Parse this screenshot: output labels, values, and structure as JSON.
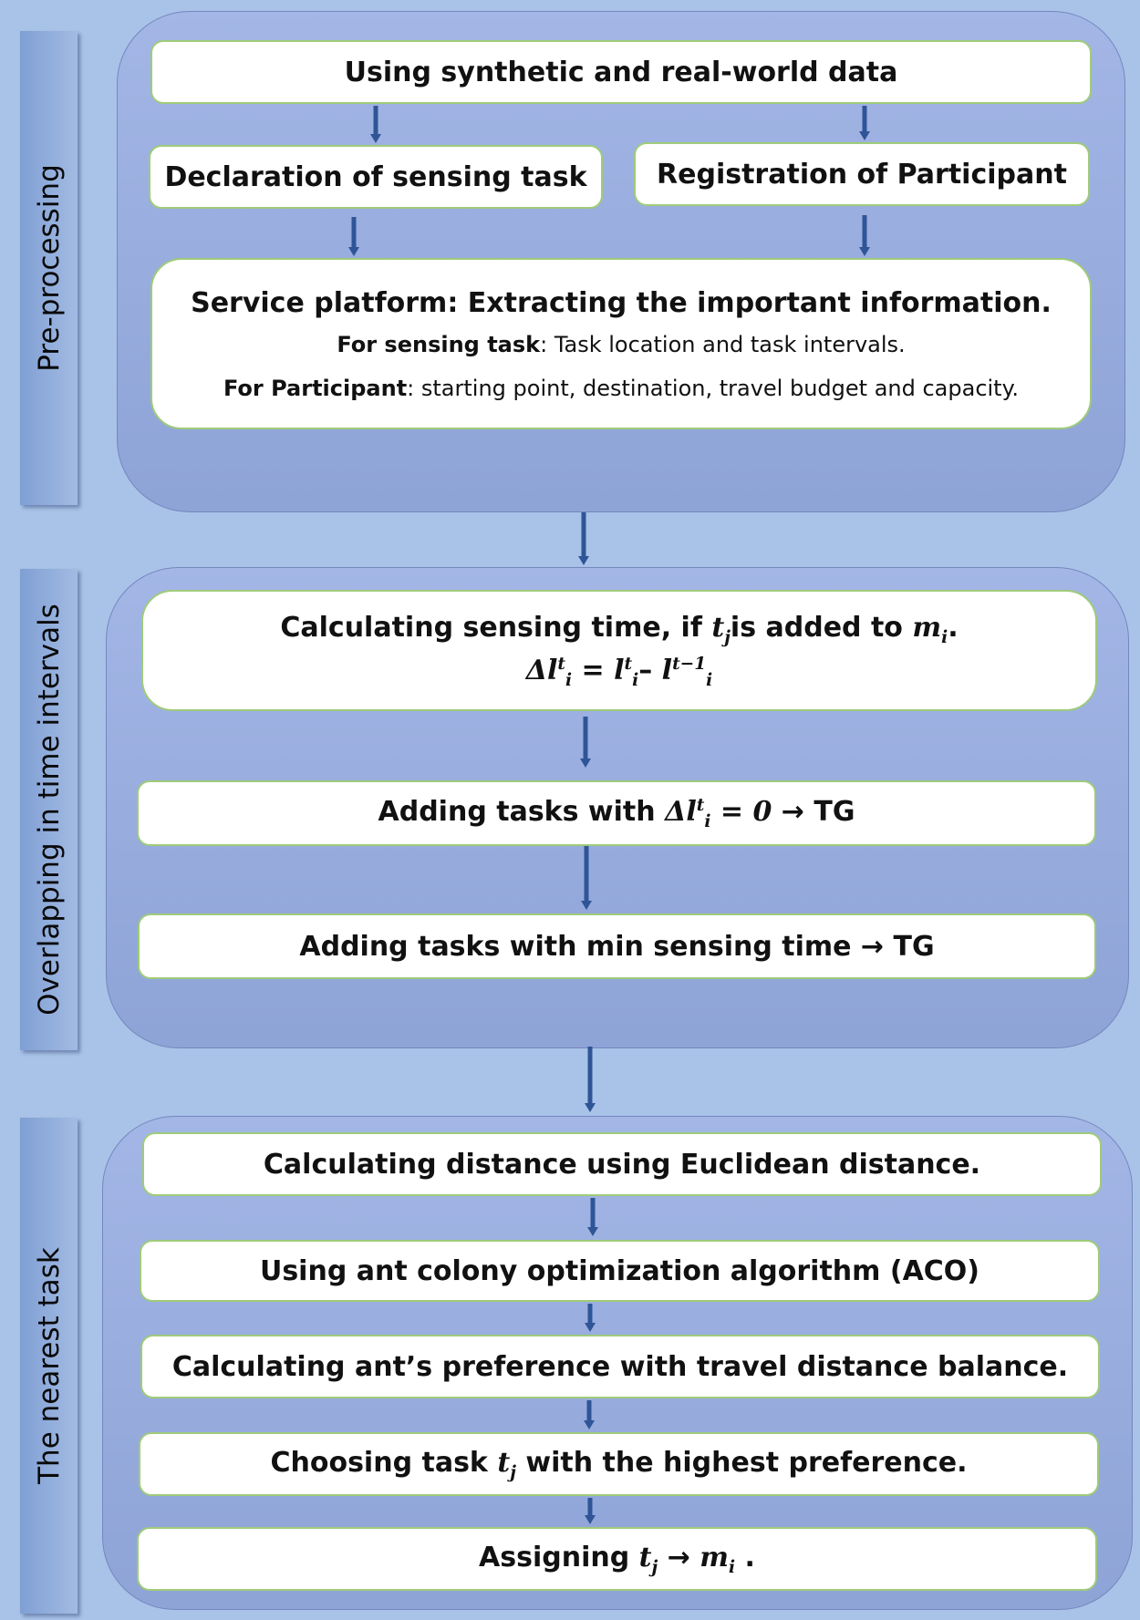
{
  "colors": {
    "background": "#a9c3e8",
    "group_fill": "#98acde",
    "box_border": "#9fcb7a",
    "arrow": "#2f5597"
  },
  "stages": [
    {
      "label": "Pre-processing"
    },
    {
      "label": "Overlapping in time intervals"
    },
    {
      "label": "The nearest task"
    }
  ],
  "nodes": {
    "data": "Using synthetic and real-world data",
    "declaration": "Declaration of sensing task",
    "registration": "Registration of Participant",
    "service": {
      "title": "Service platform: Extracting the important information.",
      "task_label": "For sensing task",
      "task_text": ": Task location and task intervals.",
      "participant_label": "For Participant",
      "participant_text": ": starting point, destination, travel budget and capacity."
    },
    "calc_time": {
      "line1_pre": "Calculating sensing time, if ",
      "line1_mid": "is added to ",
      "line1_end": ".",
      "var_t": "t",
      "sub_j": "j",
      "var_m": "m",
      "sub_i": "i",
      "eq_delta": "Δl",
      "eq_sup": "t",
      "eq_sub": "i",
      "eq_equals": " = ",
      "eq_l": "l",
      "eq_minus": "– ",
      "eq_sup2": "t−1"
    },
    "add_zero": {
      "pre": "Adding tasks with ",
      "math_delta": "Δl",
      "math_sup": "t",
      "math_sub": "i",
      "math_rest": " = 0",
      "post": " → TG"
    },
    "add_min": "Adding tasks with min sensing time → TG",
    "euclid": "Calculating distance using Euclidean distance.",
    "aco": "Using ant colony optimization algorithm (ACO)",
    "preference": "Calculating ant’s preference with travel distance balance.",
    "choose": {
      "pre": "Choosing task ",
      "var": "t",
      "sub": "j",
      "post": " with the highest preference."
    },
    "assign": {
      "pre": "Assigning ",
      "var_t": "t",
      "sub_j": "j",
      "arrow": " → ",
      "var_m": "m",
      "sub_i": "i",
      "post": " ."
    }
  }
}
